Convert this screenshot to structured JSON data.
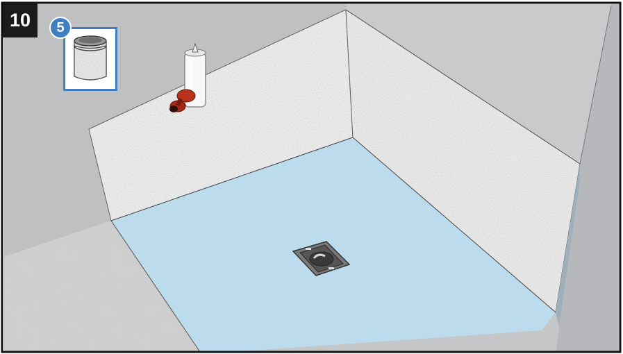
{
  "step": {
    "number": "10"
  },
  "callout": {
    "number": "5",
    "icon": "tile-adhesive-bucket-icon",
    "accent_color": "#3f7fc2"
  },
  "scene": {
    "objects": [
      "shower-tray-surface",
      "floor-drain",
      "sealant-cartridge",
      "pipe-collar"
    ],
    "colors": {
      "wall_outer": "#c5c6c8",
      "membrane_wall": "#f2f2f2",
      "tray": "#bcdcee",
      "floor": "#cfcfcf",
      "frame": "#111111"
    }
  }
}
